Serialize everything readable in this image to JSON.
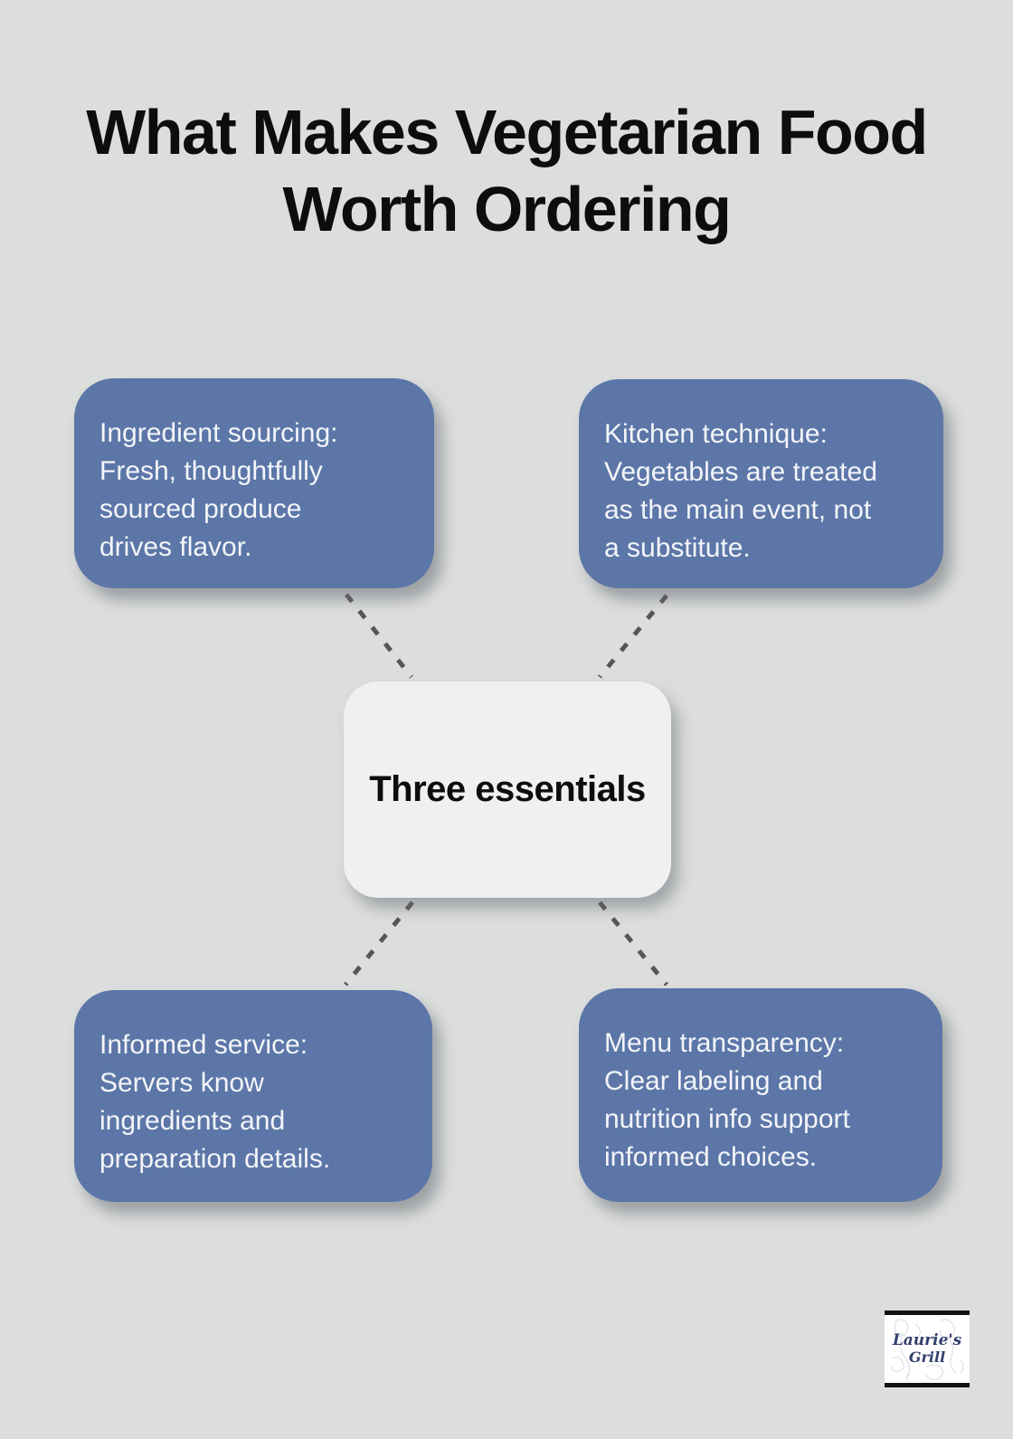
{
  "title": "What Makes Vegetarian Food\nWorth Ordering",
  "center": {
    "label": "Three essentials"
  },
  "nodes": [
    {
      "id": "ingredient-sourcing",
      "text": "Ingredient sourcing:\nFresh, thoughtfully\nsourced produce\ndrives flavor."
    },
    {
      "id": "kitchen-technique",
      "text": "Kitchen technique:\nVegetables are treated\nas the main event, not\na substitute."
    },
    {
      "id": "informed-service",
      "text": "Informed service:\nServers know\ningredients and\npreparation details."
    },
    {
      "id": "menu-transparency",
      "text": "Menu transparency:\nClear labeling and\nnutrition info support\ninformed choices."
    }
  ],
  "logo": {
    "line1": "Laurie's",
    "line2": "Grill"
  },
  "colors": {
    "background": "#dcdedd",
    "node_fill": "#5c76a8",
    "node_text": "#f3f5f8",
    "center_fill": "#eff0f2",
    "title_text": "#0d0d0e",
    "connector": "#565656",
    "logo_text": "#33416e"
  }
}
